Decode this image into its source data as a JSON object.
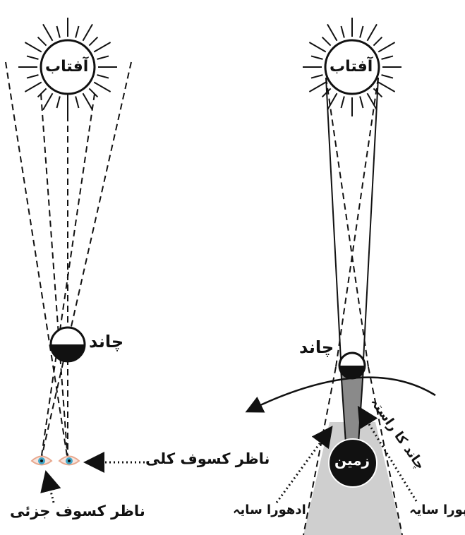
{
  "left_panel": {
    "sun_label": "آفتاب",
    "moon_label": "چاند",
    "total_observer_label": "ناظر کسوف کلی",
    "partial_observer_label": "ناظر کسوف جزئی"
  },
  "right_panel": {
    "sun_label": "آفتاب",
    "moon_label": "چاند",
    "earth_label": "زمین",
    "moon_path_label": "چاند کا راستہ",
    "umbra_label": "پورا سایہ",
    "penumbra_label": "ادھورا سایہ"
  },
  "colors": {
    "line": "#111111",
    "penumbra_fill": "#cfcfcf",
    "umbra_fill": "#8a8a8a",
    "eye_iris": "#3fa7c9",
    "eye_skin": "#e8a88e"
  }
}
